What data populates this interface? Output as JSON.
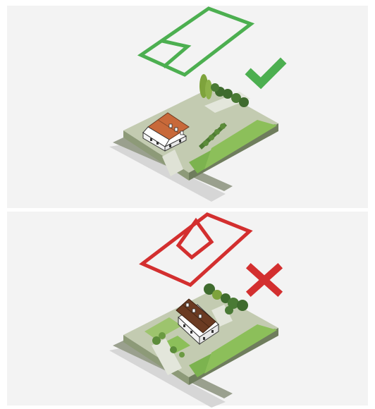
{
  "colors": {
    "correct": "#4caf50",
    "incorrect": "#d32f2f",
    "lawn": "#8cbf5a",
    "lawn_dark": "#6e9f46",
    "paving": "#bfc7b0",
    "road": "#d9d9d9",
    "roof_good": "#c8693a",
    "roof_bad": "#6b3b22",
    "tree": "#3f6b2e",
    "poplar": "#7ea33c"
  },
  "panels": [
    {
      "id": "top",
      "verdict": "correct",
      "icon": "check-mark-icon",
      "plot_shape": "rectangle with small rectangular house footprint in corner"
    },
    {
      "id": "bottom",
      "verdict": "incorrect",
      "icon": "cross-mark-icon",
      "plot_shape": "rhombus with diagonal house footprint in middle"
    }
  ]
}
